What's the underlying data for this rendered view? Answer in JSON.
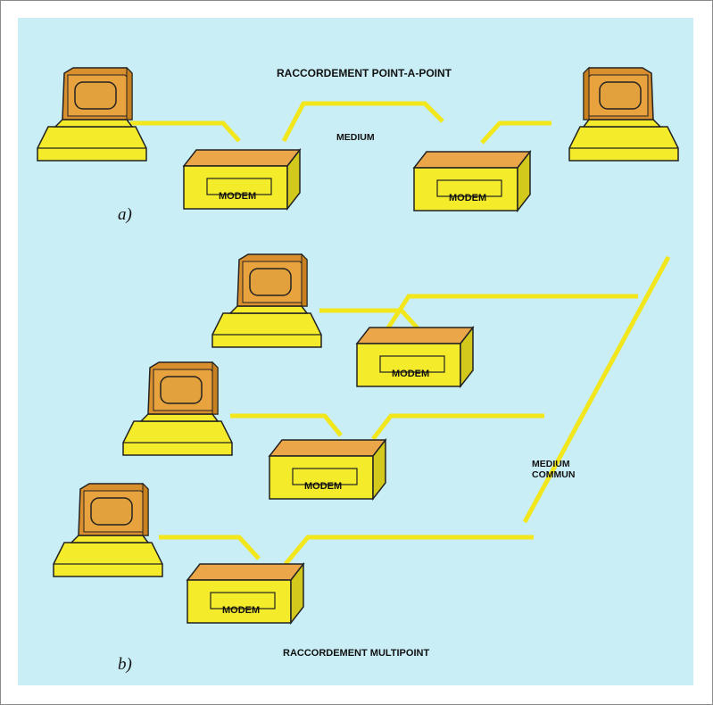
{
  "section_a": {
    "title": "RACCORDEMENT POINT-A-POINT",
    "medium_label": "MEDIUM",
    "part_label": "a)",
    "modems": [
      "MODEM",
      "MODEM"
    ]
  },
  "section_b": {
    "title": "RACCORDEMENT MULTIPOINT",
    "medium_label_line1": "MEDIUM",
    "medium_label_line2": "COMMUN",
    "part_label": "b)",
    "modems": [
      "MODEM",
      "MODEM",
      "MODEM"
    ]
  },
  "colors": {
    "background": "#c9eef6",
    "cable": "#f2e61c",
    "terminal_base": "#f4ec2a",
    "terminal_screen": "#e2a13c",
    "modem_top": "#eba64a",
    "modem_front": "#f4ec2a"
  }
}
